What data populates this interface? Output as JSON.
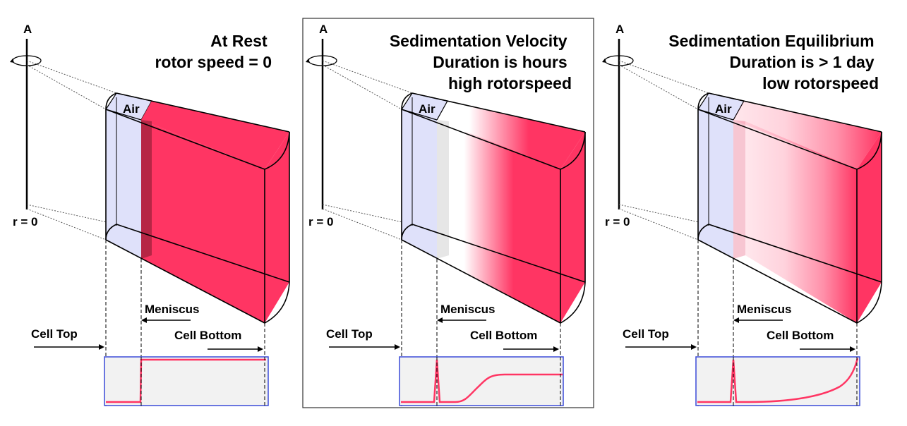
{
  "colors": {
    "solution": "#ff3563",
    "air": "#dfe1fa",
    "plot_border": "#3b4bd8",
    "plot_bg": "#f2f2f2",
    "trace": "#ff3563"
  },
  "panels": [
    {
      "axis_top_label": "A",
      "axis_bottom_label": "r = 0",
      "title_lines": [
        "At Rest",
        "rotor speed = 0"
      ],
      "air_label": "Air",
      "meniscus_label": "Meniscus",
      "cell_top_label": "Cell Top",
      "cell_bottom_label": "Cell Bottom",
      "profile": "step"
    },
    {
      "axis_top_label": "A",
      "axis_bottom_label": "r = 0",
      "title_lines": [
        "Sedimentation Velocity",
        "Duration is hours",
        "high rotorspeed"
      ],
      "air_label": "Air",
      "meniscus_label": "Meniscus",
      "cell_top_label": "Cell Top",
      "cell_bottom_label": "Cell Bottom",
      "profile": "boundary"
    },
    {
      "axis_top_label": "A",
      "axis_bottom_label": "r = 0",
      "title_lines": [
        "Sedimentation Equilibrium",
        "Duration is > 1 day",
        "low rotorspeed"
      ],
      "air_label": "Air",
      "meniscus_label": "Meniscus",
      "cell_top_label": "Cell Top",
      "cell_bottom_label": "Cell Bottom",
      "profile": "exponential"
    }
  ]
}
